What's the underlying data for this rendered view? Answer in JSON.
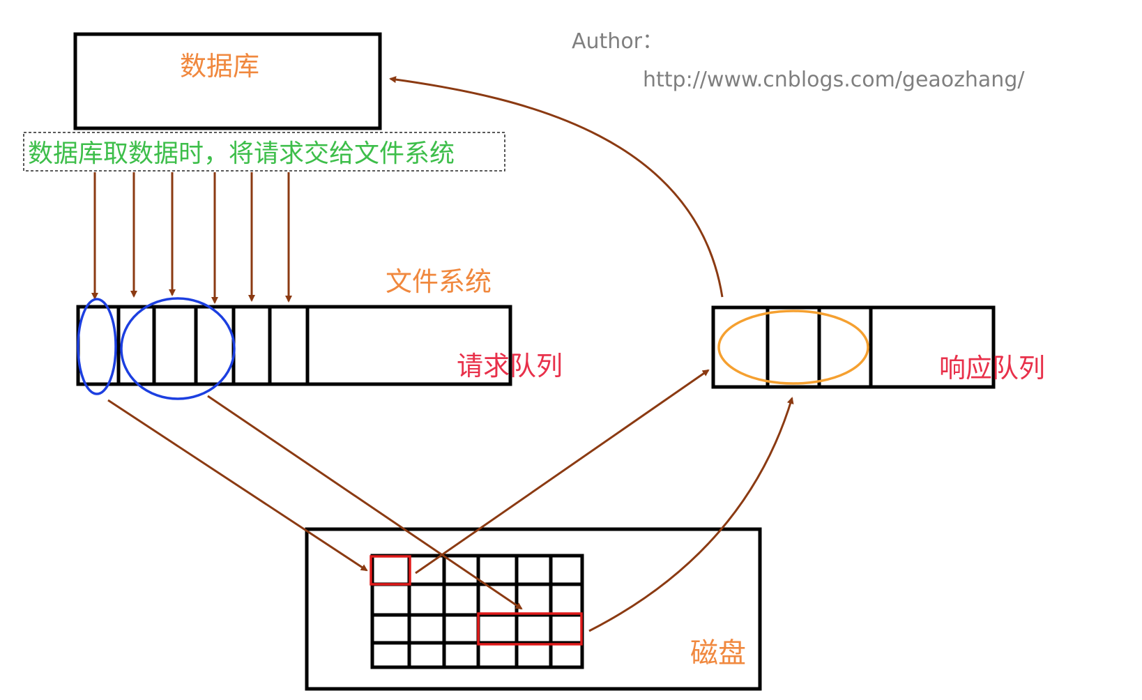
{
  "author": {
    "label": "Author：",
    "url": "http://www.cnblogs.com/geaozhang/"
  },
  "database": {
    "label": "数据库"
  },
  "note": {
    "text": "数据库取数据时，将请求交给文件系统"
  },
  "filesystem": {
    "label": "文件系统"
  },
  "request_queue": {
    "label": "请求队列"
  },
  "response_queue": {
    "label": "响应队列"
  },
  "disk": {
    "label": "磁盘"
  },
  "colors": {
    "box_stroke": "#000000",
    "arrow": "#8B3A12",
    "title_orange": "#F0883E",
    "note_green": "#3DBE4A",
    "queue_red": "#E8304A",
    "highlight_red": "#E01B1B",
    "circle_blue": "#1C3FE0",
    "ellipse_orange": "#F5A030",
    "author_gray": "#7F7F7F"
  }
}
